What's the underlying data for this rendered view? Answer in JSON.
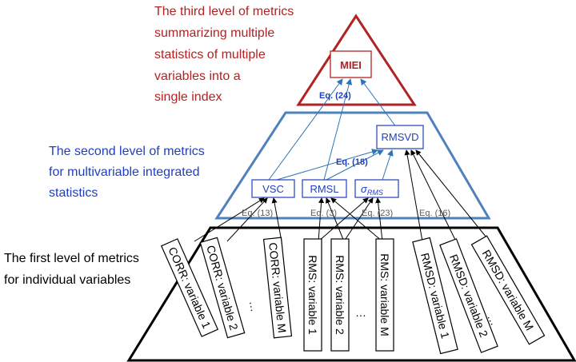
{
  "colors": {
    "level3": "#b22222",
    "level2": "#1f3fbf",
    "level2_frame": "#4f81bd",
    "eq_blue": "#1f3fbf",
    "eq_gray": "#595959",
    "level1": "#000000"
  },
  "level3": {
    "label_lines": [
      "The third level of metrics",
      "summarizing multiple",
      "statistics of multiple",
      "variables  into a",
      "single index"
    ],
    "box": "MIEI",
    "eq": "Eq. (24)"
  },
  "level2": {
    "label_lines": [
      "The second level of metrics",
      "for multivariable integrated",
      "statistics"
    ],
    "rmsvd": "RMSVD",
    "vsc": "VSC",
    "rmsl": "RMSL",
    "sigma_main": "σ",
    "sigma_sub": "RMS",
    "eq18": "Eq. (18)"
  },
  "level1": {
    "label_lines": [
      "The first level of metrics",
      "for individual variables"
    ],
    "eq13": "Eq. (13)",
    "eq3": "Eq. (3)",
    "eq23": "Eq. (23)",
    "eq16": "Eq. (16)",
    "corr_boxes": [
      "CORR: variable  1",
      "CORR: variable  2",
      "…",
      "CORR: variable  M"
    ],
    "rms_boxes": [
      "RMS: variable  1",
      "RMS: variable  2",
      "…",
      "RMS: variable  M"
    ],
    "rmsd_boxes": [
      "RMSD: variable  1",
      "RMSD: variable  2",
      "…",
      "RMSD: variable  M"
    ]
  }
}
